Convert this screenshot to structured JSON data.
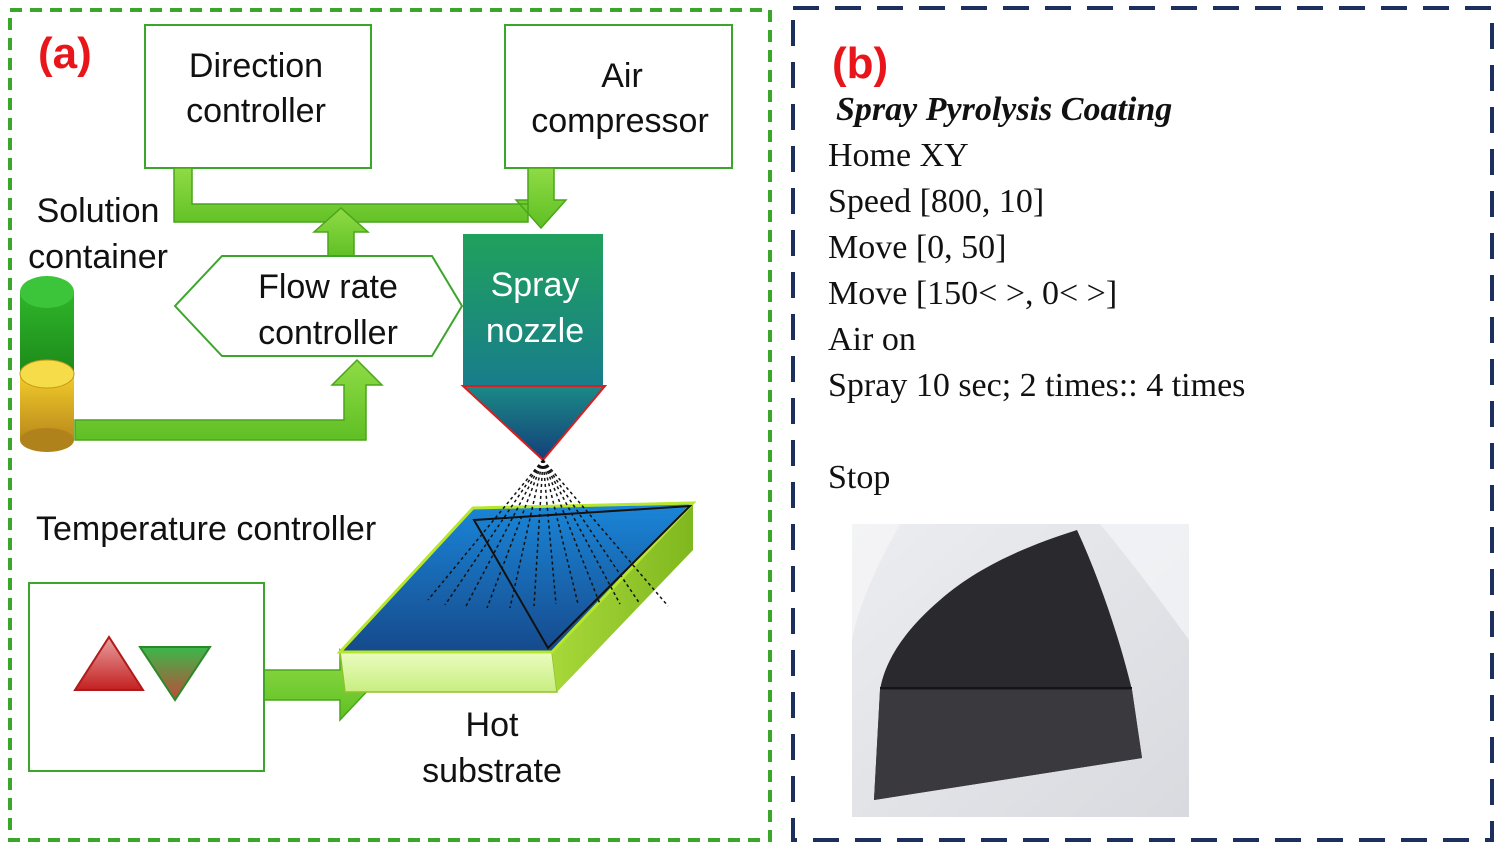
{
  "panel_a": {
    "label": "(a)",
    "direction_controller": [
      "Direction",
      "controller"
    ],
    "air_compressor": [
      "Air",
      "compressor"
    ],
    "solution_container": [
      "Solution",
      "container"
    ],
    "flow_rate_controller": [
      "Flow rate",
      "controller"
    ],
    "spray_nozzle": [
      "Spray",
      "nozzle"
    ],
    "temperature_controller": "Temperature controller",
    "hot_substrate": [
      "Hot",
      "substrate"
    ]
  },
  "panel_b": {
    "label": "(b)",
    "title": "Spray Pyrolysis Coating",
    "steps": [
      "Home XY",
      "Speed [800, 10]",
      "Move [0, 50]",
      "Move [150< >, 0< >]",
      "Air on",
      "Spray 10 sec; 2 times:: 4 times",
      "",
      "Stop"
    ]
  },
  "colors": {
    "label_red": "#e8161b",
    "panel_a_border": "#3aa62a",
    "panel_b_border": "#1d2f5c",
    "arrow_green": "#7ad33a",
    "nozzle_teal": "#1f9e6e",
    "substrate_blue": "#1a73c9"
  }
}
